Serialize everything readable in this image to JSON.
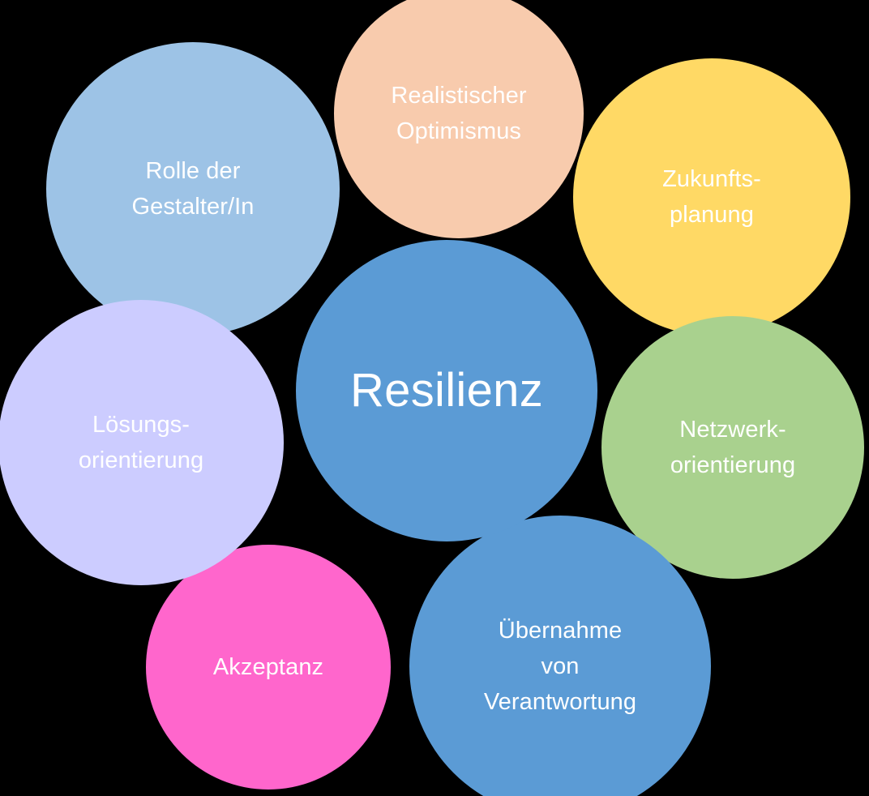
{
  "diagram": {
    "title": "Resilienz",
    "background_color": "#000000",
    "core": {
      "label": "Resilienz",
      "color": "#5B9BD5",
      "text_color": "#FFFFFF"
    },
    "satellites": [
      {
        "id": "rolle-der-gestalter",
        "label": "Rolle der\nGestalter/In",
        "color": "#9DC3E6",
        "text_color": "#FFFFFF"
      },
      {
        "id": "realistischer-optimismus",
        "label": "Realistischer\nOptimismus",
        "color": "#F8CBAD",
        "text_color": "#FFFFFF"
      },
      {
        "id": "zukunftsplanung",
        "label": "Zukunfts-\nplanung",
        "color": "#FFD965",
        "text_color": "#FFFFFF"
      },
      {
        "id": "netzwerkorientierung",
        "label": "Netzwerk-\norientierung",
        "color": "#A9D18E",
        "text_color": "#FFFFFF"
      },
      {
        "id": "uebernahme-verantwortung",
        "label": "Übernahme\nvon\nVerantwortung",
        "color": "#5B9BD5",
        "text_color": "#FFFFFF"
      },
      {
        "id": "akzeptanz",
        "label": "Akzeptanz",
        "color": "#FF66CC",
        "text_color": "#FFFFFF"
      },
      {
        "id": "loesungsorientierung",
        "label": "Lösungs-\norientierung",
        "color": "#CCCCFF",
        "text_color": "#FFFFFF"
      }
    ]
  }
}
